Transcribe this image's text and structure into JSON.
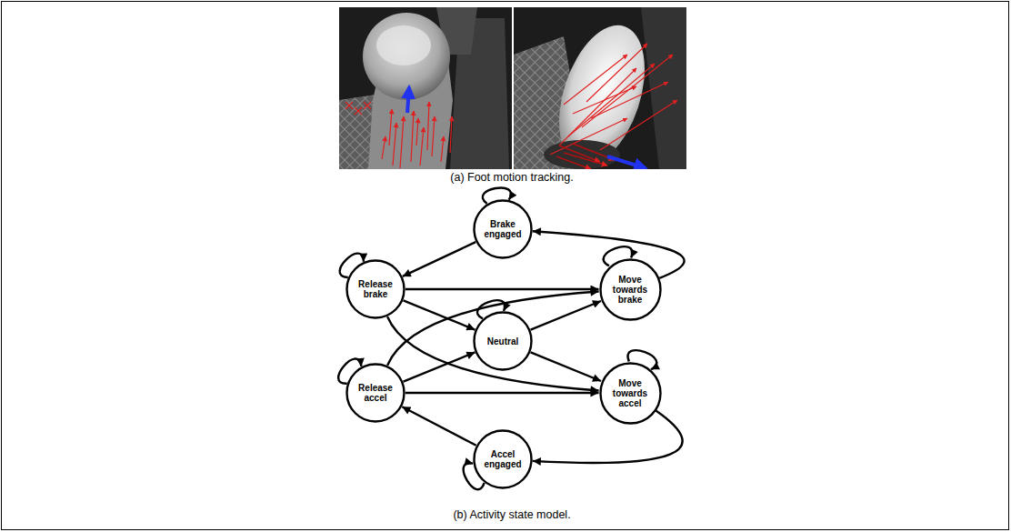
{
  "diagram": {
    "nodes": [
      {
        "text": [
          "Brake engaged"
        ]
      },
      {
        "text": [
          "Release brake"
        ]
      },
      {
        "text": [
          "Move towards brake"
        ]
      },
      {
        "text": [
          "Neutral"
        ]
      },
      {
        "text": [
          "Release accel"
        ]
      },
      {
        "text": [
          "Move towards accel"
        ]
      },
      {
        "text": [
          "Accel engaged"
        ]
      }
    ],
    "edges": [
      {
        "from": 0,
        "to": 0,
        "arrow": "to"
      },
      {
        "from": 0,
        "to": 1,
        "arrow": "to"
      },
      {
        "from": 1,
        "to": 1,
        "arrow": "to"
      },
      {
        "from": 2,
        "to": 2,
        "arrow": "to"
      },
      {
        "from": 2,
        "to": 0,
        "arrow": "to"
      },
      {
        "from": 1,
        "to": 2,
        "arrow": "to"
      },
      {
        "from": 1,
        "to": 3,
        "arrow": "to"
      },
      {
        "from": 1,
        "to": 5,
        "arrow": "to"
      },
      {
        "from": 3,
        "to": 3,
        "arrow": "to"
      },
      {
        "from": 3,
        "to": 2,
        "arrow": "to"
      },
      {
        "from": 3,
        "to": 5,
        "arrow": "to"
      },
      {
        "from": 4,
        "to": 4,
        "arrow": "to"
      },
      {
        "from": 4,
        "to": 2,
        "arrow": "to"
      },
      {
        "from": 4,
        "to": 3,
        "arrow": "to"
      },
      {
        "from": 4,
        "to": 5,
        "arrow": "to"
      },
      {
        "from": 5,
        "to": 5,
        "arrow": "to"
      },
      {
        "from": 5,
        "to": 6,
        "arrow": "to"
      },
      {
        "from": 6,
        "to": 6,
        "arrow": "to"
      },
      {
        "from": 6,
        "to": 4,
        "arrow": "to"
      }
    ],
    "labels": [
      "(a) Foot motion tracking.",
      "(b) Activity state model."
    ]
  }
}
